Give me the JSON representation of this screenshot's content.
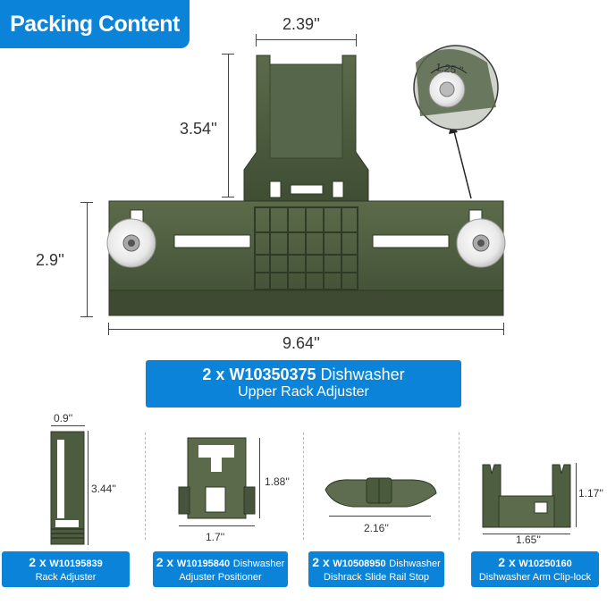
{
  "header": {
    "title": "Packing Content"
  },
  "main_item": {
    "quantity": "2 x",
    "part_number": "W10350375",
    "name_line1": "Dishwasher",
    "name_line2": "Upper Rack Adjuster",
    "dimensions": {
      "top_width": "2.39''",
      "upper_height": "3.54''",
      "body_height": "2.9''",
      "total_width": "9.64''",
      "wheel_diameter": "1.25 ''"
    }
  },
  "parts": [
    {
      "quantity": "2 x",
      "part_number": "W10195839",
      "name_line1": "",
      "name_line2": "Rack Adjuster",
      "width": "0.9''",
      "height": "3.44''"
    },
    {
      "quantity": "2 x",
      "part_number": "W10195840",
      "name_line1": "Dishwasher",
      "name_line2": "Adjuster Positioner",
      "width": "1.7''",
      "height": "1.88''"
    },
    {
      "quantity": "2 x",
      "part_number": "W10508950",
      "name_line1": "Dishwasher",
      "name_line2": "Dishrack Slide Rail Stop",
      "width": "2.16''",
      "height": ""
    },
    {
      "quantity": "2 x",
      "part_number": "W10250160",
      "name_line1": "",
      "name_line2": "Dishwasher Arm Clip-lock",
      "width": "1.65''",
      "height": "1.17''"
    }
  ],
  "colors": {
    "accent": "#0a83d8",
    "part_green": "#4a5a3c"
  }
}
